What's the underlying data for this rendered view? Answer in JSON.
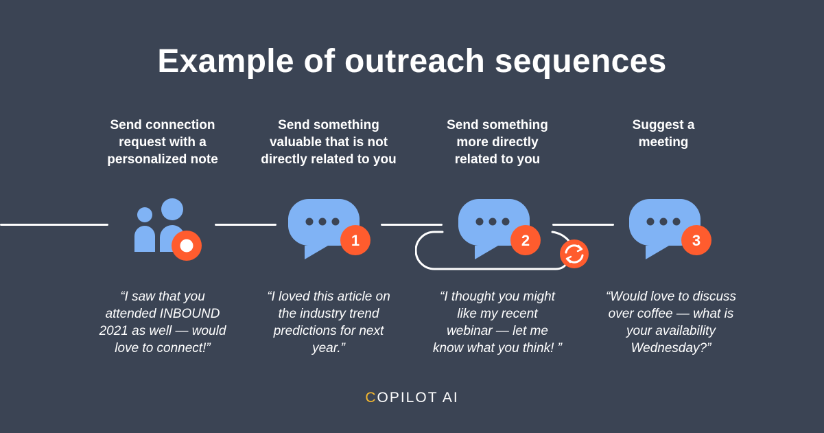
{
  "title": "Example of outreach sequences",
  "colors": {
    "background": "#3b4454",
    "icon_blue": "#80b3f5",
    "badge_orange": "#ff5c2e",
    "text": "#ffffff",
    "brand_accent": "#f5b82e"
  },
  "steps": [
    {
      "heading": "Send connection request with a personalized note",
      "heading_lines": [
        "Send connection",
        "request with a",
        "personalized note"
      ],
      "icon": "people-icon",
      "badge": "record-dot",
      "quote_lines": [
        "“I saw that you",
        "attended INBOUND",
        "2021 as well — would",
        "love to connect!”"
      ]
    },
    {
      "heading": "Send something valuable that is not directly related to you",
      "heading_lines": [
        "Send something",
        "valuable that is not",
        "directly related to you"
      ],
      "icon": "chat-bubble-icon",
      "badge": "1",
      "quote_lines": [
        "“I loved this article on",
        "the industry trend",
        "predictions for next",
        "year.”"
      ]
    },
    {
      "heading": "Send something more directly related to you",
      "heading_lines": [
        "Send something",
        "more directly",
        "related to you"
      ],
      "icon": "chat-bubble-icon",
      "badge": "2",
      "loop_icon": "refresh-icon",
      "quote_lines": [
        "“I thought you might",
        "like my recent",
        "webinar — let me",
        "know what you think! ”"
      ]
    },
    {
      "heading": "Suggest a meeting",
      "heading_lines": [
        "Suggest a",
        "meeting"
      ],
      "icon": "chat-bubble-icon",
      "badge": "3",
      "quote_lines": [
        "“Would love to discuss",
        "over coffee — what is",
        "your availability",
        "Wednesday?”"
      ]
    }
  ],
  "footer": {
    "brand_first_letter": "C",
    "brand_rest": "OPILOT AI"
  }
}
